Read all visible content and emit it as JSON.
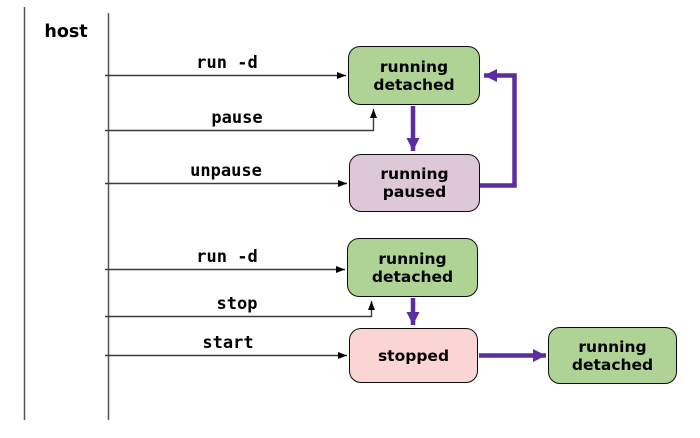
{
  "host": {
    "label": "host"
  },
  "colors": {
    "running_state": "#afd295",
    "paused_state": "#dec7d6",
    "stopped_state": "#fbd4d4",
    "transition_arrow": "#5c2da0",
    "command_line": "#3a3a3a",
    "lifeline": "#555555",
    "box_border": "#0d0d0d",
    "text": "#000000"
  },
  "commands": [
    {
      "label": "run -d"
    },
    {
      "label": "pause"
    },
    {
      "label": "unpause"
    },
    {
      "label": "run -d"
    },
    {
      "label": "stop"
    },
    {
      "label": "start"
    }
  ],
  "states": [
    {
      "label": "running\ndetached"
    },
    {
      "label": "running\npaused"
    },
    {
      "label": "running\ndetached"
    },
    {
      "label": "stopped"
    },
    {
      "label": "running\ndetached"
    }
  ]
}
